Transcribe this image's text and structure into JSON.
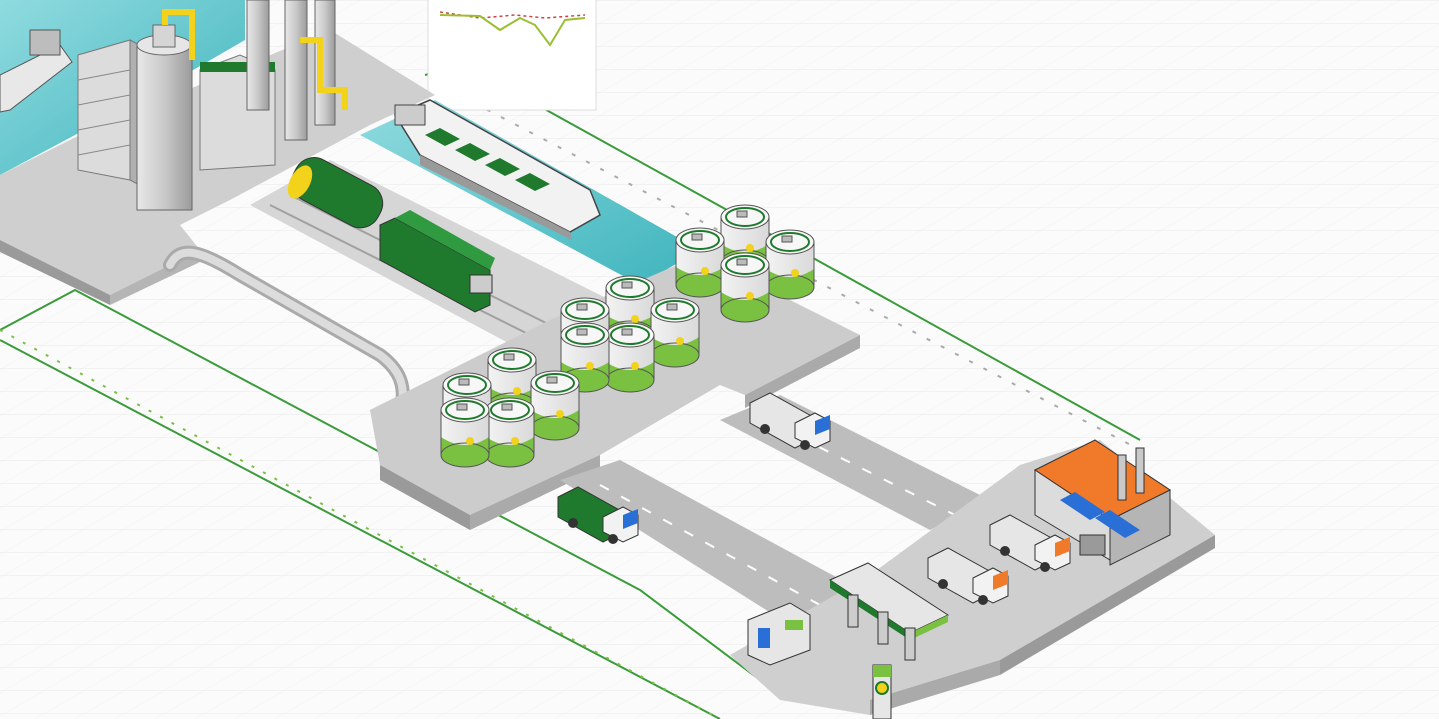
{
  "scene": {
    "description_free": true
  },
  "palette": {
    "background": "#fbfbfb",
    "grid": "#e6e6e6",
    "platform_top": "#cfcfcf",
    "platform_side": "#9a9a9a",
    "water": "#5cc6cc",
    "brand_green": "#7ac142",
    "dark_green": "#1f7a2e",
    "boundary_green": "#3a9b3a",
    "pipe_yellow": "#f2d21b",
    "factory_roof": "#f07a2a",
    "cab_blue": "#2a6fd6",
    "cab_orange": "#f07a2a",
    "road": "#a8a8a8"
  },
  "icons": {
    "refinery": "refinery-icon",
    "ship": "tanker-ship-icon",
    "train": "rail-tanker-icon",
    "tank": "storage-tank-icon",
    "truck": "tanker-truck-icon",
    "factory": "factory-icon",
    "station": "fuel-station-icon",
    "logo": "brand-helios-logo"
  },
  "tanks": {
    "clusters": [
      {
        "count": 5
      },
      {
        "count": 5
      },
      {
        "count": 4
      }
    ]
  },
  "trucks": {
    "count": 4
  }
}
